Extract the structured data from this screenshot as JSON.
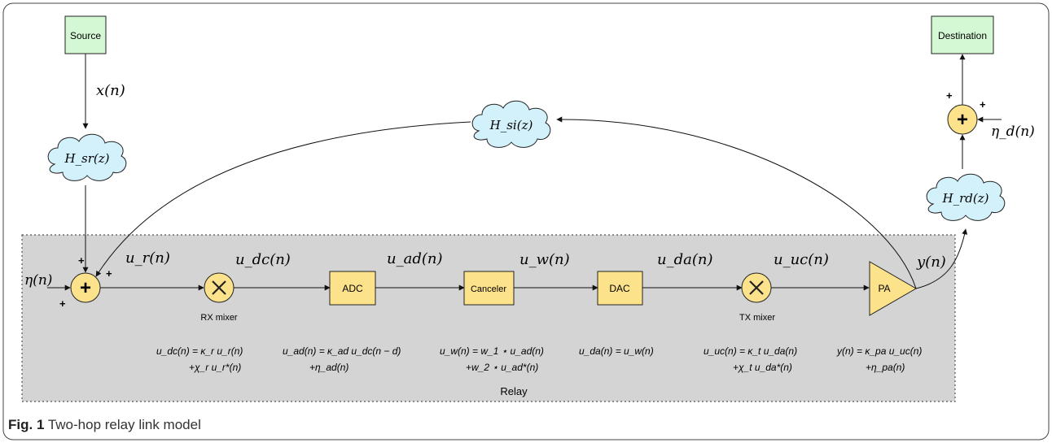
{
  "blocks": {
    "source": "Source",
    "destination": "Destination",
    "adc": "ADC",
    "canceler": "Canceler",
    "dac": "DAC",
    "pa": "PA"
  },
  "labels": {
    "rx_mixer": "RX mixer",
    "tx_mixer": "TX mixer",
    "relay": "Relay",
    "plus": "+"
  },
  "channels": {
    "h_sr": "H_sr(z)",
    "h_si": "H_si(z)",
    "h_rd": "H_rd(z)"
  },
  "signals": {
    "x": "x(n)",
    "eta": "η(n)",
    "eta_d": "η_d(n)",
    "u_r": "u_r(n)",
    "u_dc": "u_dc(n)",
    "u_ad": "u_ad(n)",
    "u_w": "u_w(n)",
    "u_da": "u_da(n)",
    "u_uc": "u_uc(n)",
    "y": "y(n)"
  },
  "equations": {
    "rx1": "u_dc(n) = κ_r u_r(n)",
    "rx2": "+χ_r u_r*(n)",
    "adc1": "u_ad(n) = κ_ad u_dc(n − d)",
    "adc2": "+η_ad(n)",
    "can1": "u_w(n) = w_1 ⋆ u_ad(n)",
    "can2": "+w_2 ⋆ u_ad*(n)",
    "dac1": "u_da(n) = u_w(n)",
    "tx1": "u_uc(n) = κ_t u_da(n)",
    "tx2": "+χ_t u_da*(n)",
    "pa1": "y(n) = κ_pa u_uc(n)",
    "pa2": "+η_pa(n)"
  },
  "caption": {
    "prefix": "Fig. 1",
    "text": "Two-hop relay link model"
  },
  "colors": {
    "block_green": "#d4f7d4",
    "block_yellow": "#fde28c",
    "cloud_blue": "#d3f1fb",
    "relay_gray": "#d4d4d4"
  }
}
